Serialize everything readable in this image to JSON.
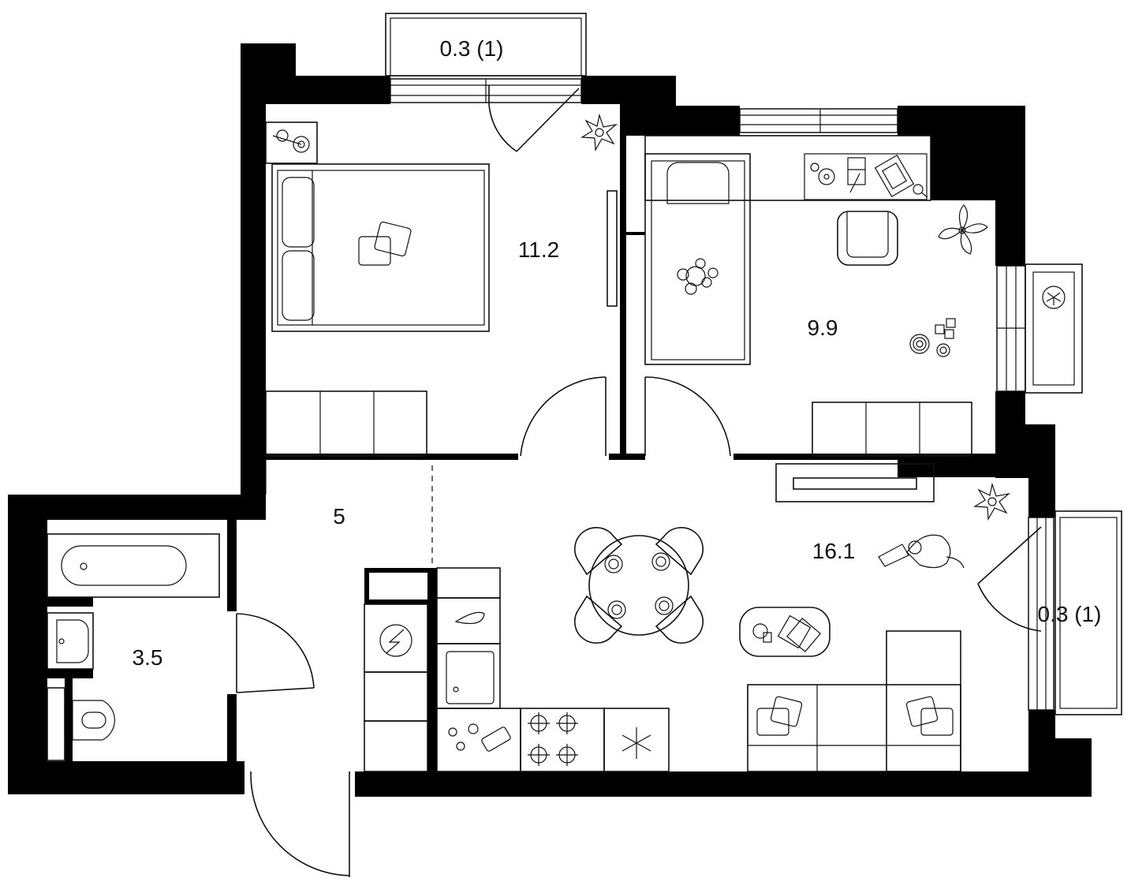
{
  "rooms": {
    "balcony_top": "0.3 (1)",
    "bedroom": "11.2",
    "childroom": "9.9",
    "hall": "5",
    "bathroom": "3.5",
    "living": "16.1",
    "balcony_right": "0.3 (1)"
  },
  "colors": {
    "wall": "#000000",
    "line": "#111111",
    "background": "#ffffff"
  }
}
